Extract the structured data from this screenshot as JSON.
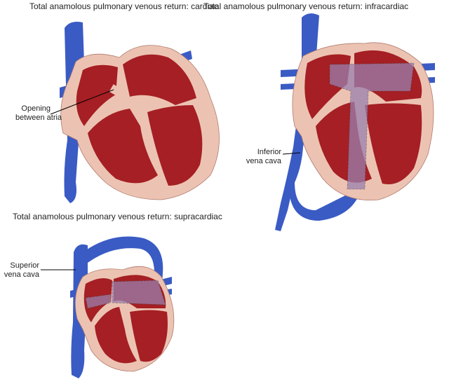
{
  "panels": [
    {
      "title": "Total anamolous pulmonary venous return: cardiac",
      "label_lines": [
        "Opening",
        "between atria"
      ]
    },
    {
      "title": "Total anamolous pulmonary venous return: infracardiac",
      "label_lines": [
        "Inferior",
        "vena cava"
      ]
    },
    {
      "title": "Total anamolous pulmonary venous return: supracardiac",
      "label_lines": [
        "Superior",
        "vena cava"
      ]
    }
  ],
  "colors": {
    "vein": "#3a5bc4",
    "myocardium": "#a51f24",
    "outline": "#ecc3b2",
    "mixed_blood": "#9a7fae"
  }
}
